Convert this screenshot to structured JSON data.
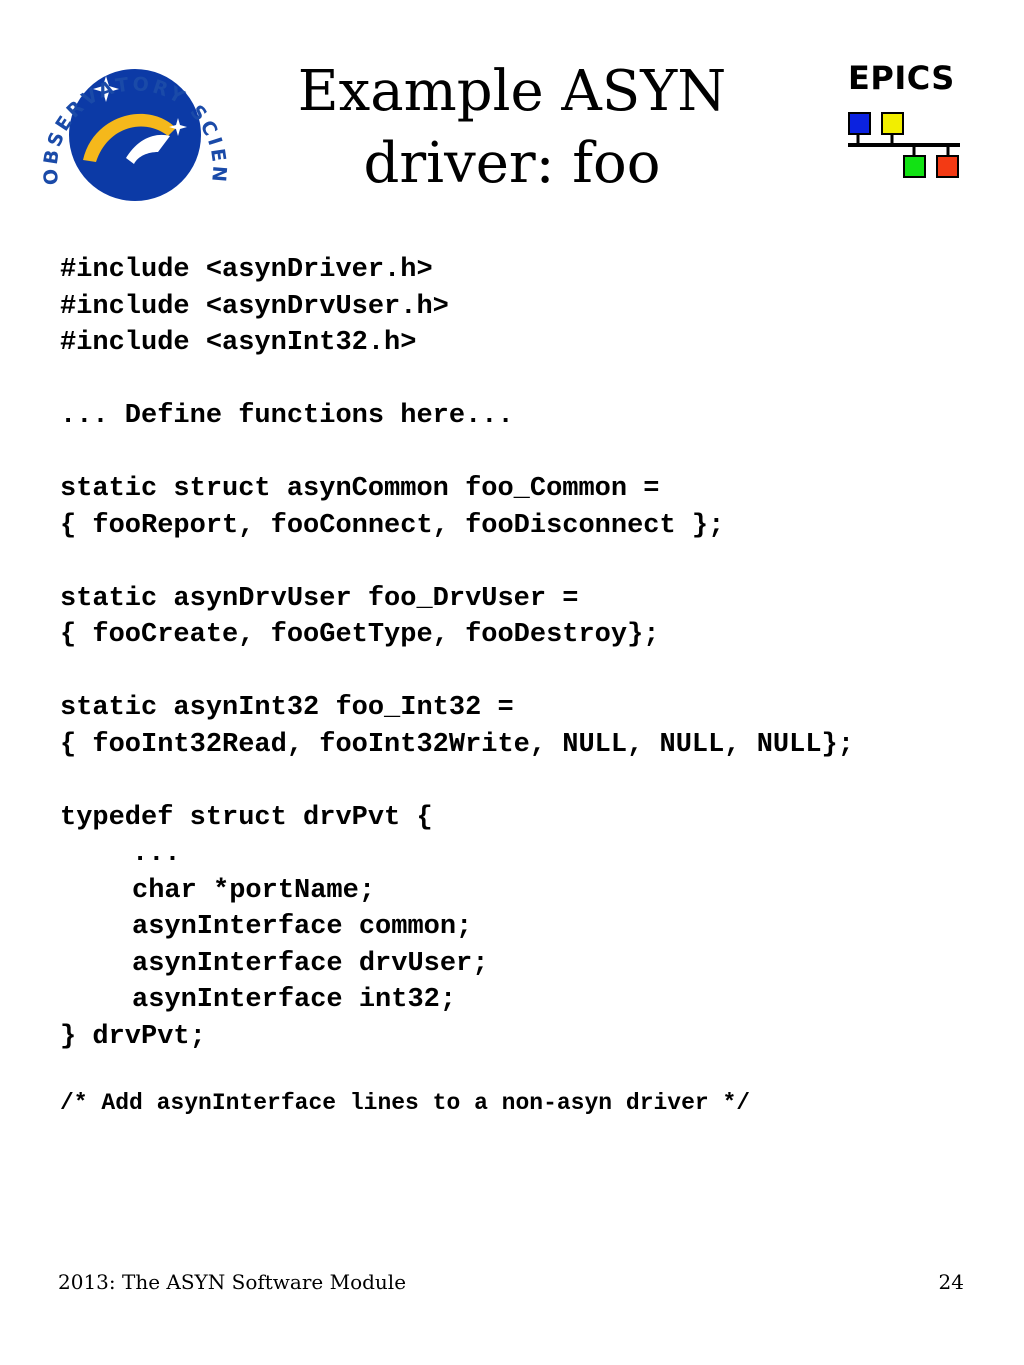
{
  "logo": {
    "org_text": "OBSERVATORY SCIENCES",
    "icon": "observatory-sciences-logo"
  },
  "brand": {
    "label": "EPICS",
    "icon": "epics-network-icon",
    "colors": {
      "blue": "#0b22e0",
      "yellow": "#f2ee00",
      "green": "#12e214",
      "red": "#f33a14"
    }
  },
  "title": {
    "line1": "Example ASYN",
    "line2": "driver: foo"
  },
  "code": {
    "lines": [
      "#include <asynDriver.h>",
      "#include <asynDrvUser.h>",
      "#include <asynInt32.h>",
      "",
      "... Define functions here...",
      "",
      "static struct asynCommon foo_Common =",
      "{ fooReport, fooConnect, fooDisconnect };",
      "",
      "static asynDrvUser foo_DrvUser =",
      "{ fooCreate, fooGetType, fooDestroy};",
      "",
      "static asynInt32 foo_Int32 =",
      "{ fooInt32Read, fooInt32Write, NULL, NULL, NULL};",
      "",
      "typedef struct drvPvt {",
      "...",
      "char *portName;",
      "asynInterface common;",
      "asynInterface drvUser;",
      "asynInterface int32;",
      "} drvPvt;"
    ],
    "comment": "/* Add asynInterface lines to a non-asyn driver */"
  },
  "footer": {
    "left": "2013: The ASYN Software Module",
    "page_number": "24"
  }
}
